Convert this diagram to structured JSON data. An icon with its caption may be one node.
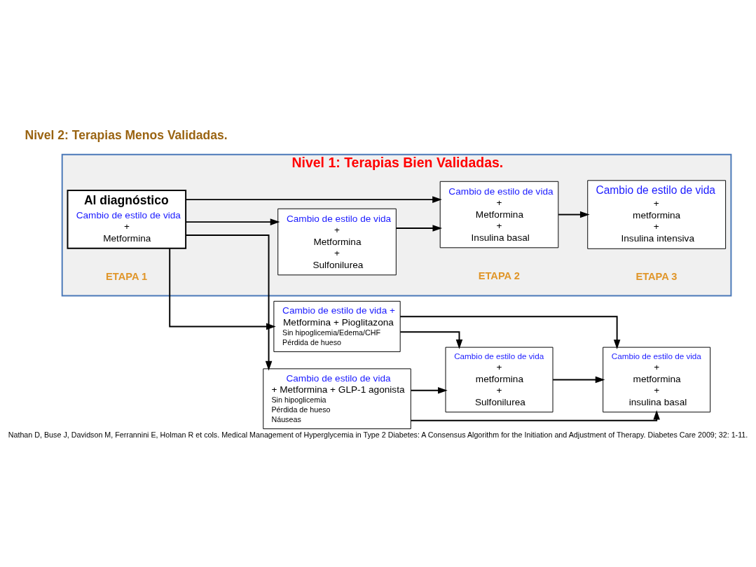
{
  "diagram": {
    "caption": "Nathan D, Buse J, Davidson M, Ferrannini E, Holman R et cols. Medical Management of Hyperglycemia in Type 2 Diabetes: A Consensus Algorithm for the Initiation and Adjustment of Therapy. Diabetes Care 2009; 32: 1-11.",
    "nodes": [
      {
        "text": [
          "Nivel 1: Terapias Bien Validadas."
        ]
      },
      {
        "text": [
          "Al diagnóstico",
          "Cambio de estilo de vida",
          "+",
          "Metformina"
        ],
        "in": 0
      },
      {
        "text": [
          "Cambio de estilo de vida",
          "+",
          "Metformina",
          "+",
          "Sulfonilurea"
        ],
        "in": 0
      },
      {
        "text": [
          "Cambio de estilo de vida",
          "+",
          "Metformina",
          "+",
          "Insulina basal"
        ],
        "in": 0
      },
      {
        "text": [
          "Cambio de estilo de vida",
          "+",
          "metformina",
          "+",
          "Insulina intensiva"
        ],
        "in": 0
      },
      {
        "text": [
          "Cambio de estilo de vida +",
          "Metformina + Pioglitazona",
          "Sin hipoglicemia/Edema/CHF",
          "Pérdida de hueso"
        ]
      },
      {
        "text": [
          "Cambio de estilo de vida",
          "+ Metformina + GLP-1 agonista",
          "Sin hipoglicemia",
          "Pérdida de hueso",
          "Náuseas"
        ]
      },
      {
        "text": [
          "Cambio de estilo de vida",
          "+",
          "metformina",
          "+",
          "Sulfonilurea"
        ]
      },
      {
        "text": [
          "Cambio de estilo de vida",
          "+",
          "metformina",
          "+",
          "insulina basal"
        ]
      }
    ],
    "edges": [
      {
        "from": 1,
        "to": 2,
        "arrow": "to"
      },
      {
        "from": 1,
        "to": 3,
        "arrow": "to"
      },
      {
        "from": 2,
        "to": 3,
        "arrow": "to"
      },
      {
        "from": 3,
        "to": 4,
        "arrow": "to"
      },
      {
        "from": 1,
        "to": 5,
        "arrow": "to"
      },
      {
        "from": 1,
        "to": 6,
        "arrow": "to"
      },
      {
        "from": 5,
        "to": 7,
        "arrow": "to"
      },
      {
        "from": 5,
        "to": 8,
        "arrow": "to"
      },
      {
        "from": 6,
        "to": 7,
        "arrow": "to"
      },
      {
        "from": 6,
        "to": 8,
        "arrow": "to"
      },
      {
        "from": 7,
        "to": 8,
        "arrow": "to"
      }
    ],
    "labels": [
      "ETAPA 1",
      "ETAPA 2",
      "ETAPA 3",
      "Nivel 2: Terapias Menos Validadas."
    ]
  }
}
